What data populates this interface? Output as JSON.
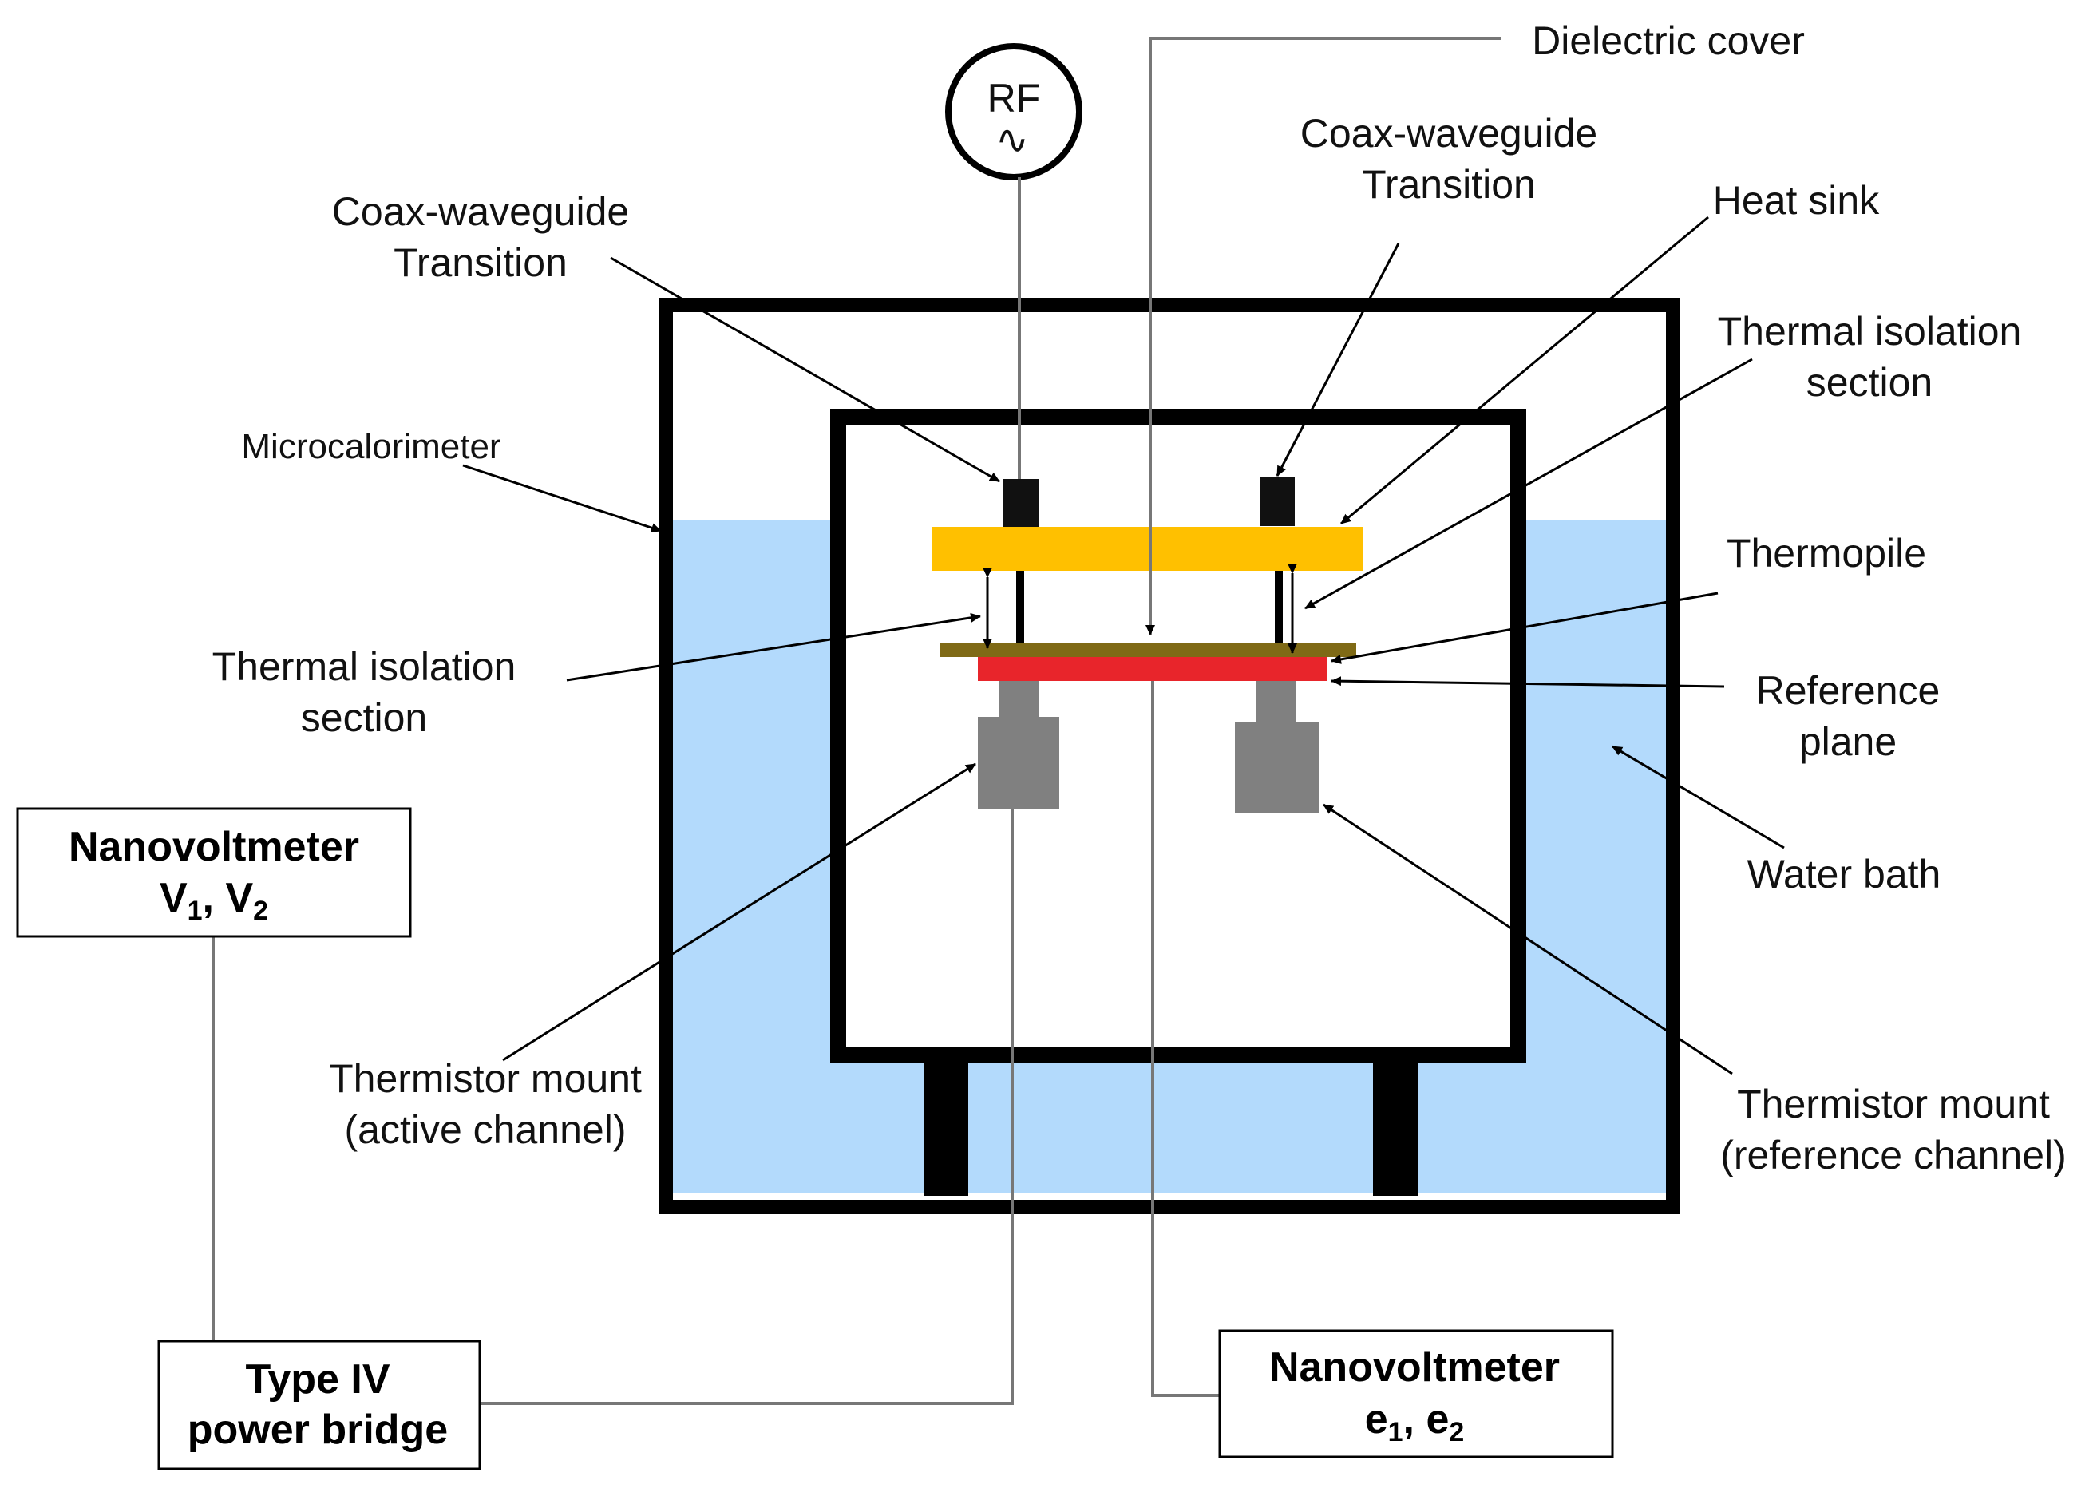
{
  "labels": {
    "rf": "RF",
    "rf_symbol": "∿",
    "dielectric_cover": "Dielectric cover",
    "coax_left_1": "Coax-waveguide",
    "coax_left_2": "Transition",
    "coax_right_1": "Coax-waveguide",
    "coax_right_2": "Transition",
    "heat_sink": "Heat sink",
    "thermal_iso_right_1": "Thermal isolation",
    "thermal_iso_right_2": "section",
    "microcalorimeter": "Microcalorimeter",
    "thermopile": "Thermopile",
    "thermal_iso_left_1": "Thermal isolation",
    "thermal_iso_left_2": "section",
    "reference_plane_1": "Reference",
    "reference_plane_2": "plane",
    "water_bath": "Water bath",
    "thermistor_active_1": "Thermistor mount",
    "thermistor_active_2": "(active channel)",
    "thermistor_ref_1": "Thermistor mount",
    "thermistor_ref_2": "(reference channel)"
  },
  "boxes": {
    "nanovolt_v_1": "Nanovoltmeter",
    "nanovolt_v_2a": "V",
    "nanovolt_v_2a_sub": "1",
    "nanovolt_v_2b": ", V",
    "nanovolt_v_2b_sub": "2",
    "power_bridge_1": "Type IV",
    "power_bridge_2": "power bridge",
    "nanovolt_e_1": "Nanovoltmeter",
    "nanovolt_e_2a": "e",
    "nanovolt_e_2a_sub": "1",
    "nanovolt_e_2b": ", e",
    "nanovolt_e_2b_sub": "2"
  },
  "colors": {
    "water": "#b3dafc",
    "heat_sink": "#ffc000",
    "thermopile": "#7f6a16",
    "reference_plane": "#e8252b",
    "thermistor": "#808080",
    "outline": "#000000",
    "leader": "#777777"
  }
}
